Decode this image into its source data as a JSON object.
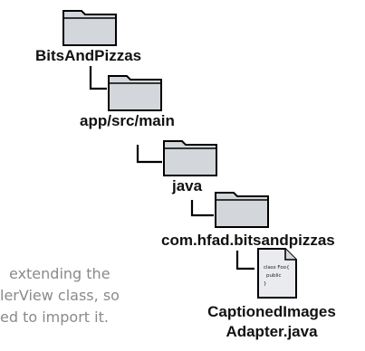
{
  "folders": [
    {
      "name": "BitsAndPizzas"
    },
    {
      "name": "app/src/main"
    },
    {
      "name": "java"
    },
    {
      "name": "com.hfad.bitsandpizzas"
    }
  ],
  "file": {
    "name_line1": "CaptionedImages",
    "name_line2": "Adapter.java",
    "icon_text": [
      "class Foo{",
      "public",
      "}"
    ]
  },
  "annotation": {
    "lines": [
      "extending the",
      "lerView class, so",
      "ed to import it."
    ]
  },
  "colors": {
    "folder_fill": "#d3d6da",
    "folder_stroke": "#000000",
    "line": "#000000",
    "note_text": "#8a8a8a"
  }
}
